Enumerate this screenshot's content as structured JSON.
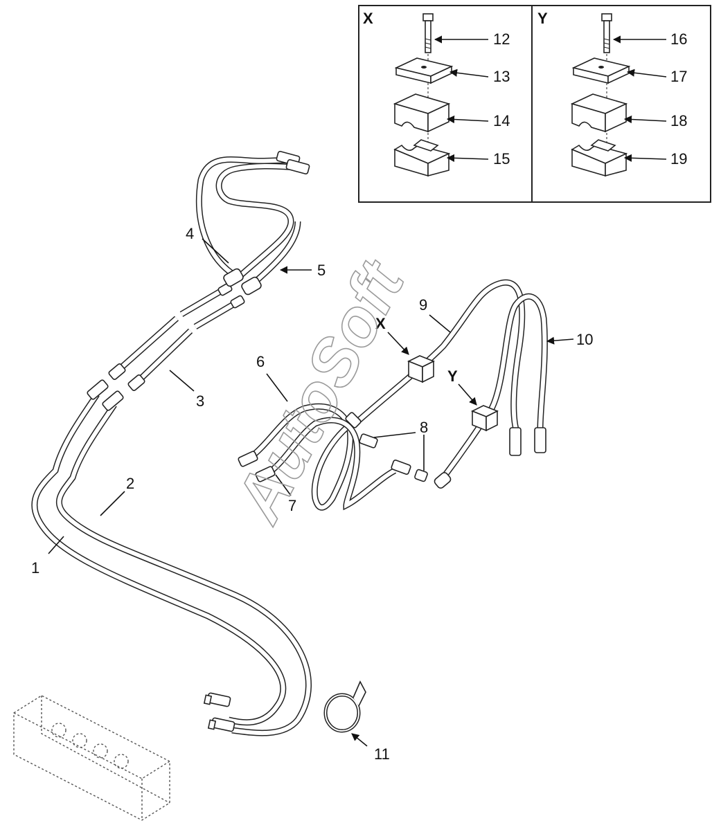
{
  "inset": {
    "left": {
      "label": "X",
      "callouts": [
        {
          "id": "12"
        },
        {
          "id": "13"
        },
        {
          "id": "14"
        },
        {
          "id": "15"
        }
      ]
    },
    "right": {
      "label": "Y",
      "callouts": [
        {
          "id": "16"
        },
        {
          "id": "17"
        },
        {
          "id": "18"
        },
        {
          "id": "19"
        }
      ]
    }
  },
  "main_callouts": {
    "c1": "1",
    "c2": "2",
    "c3": "3",
    "c4": "4",
    "c5": "5",
    "c6": "6",
    "c7": "7",
    "c8": "8",
    "c9": "9",
    "c10": "10",
    "c11": "11",
    "cX": "X",
    "cY": "Y"
  },
  "watermark": "AutoSoft"
}
